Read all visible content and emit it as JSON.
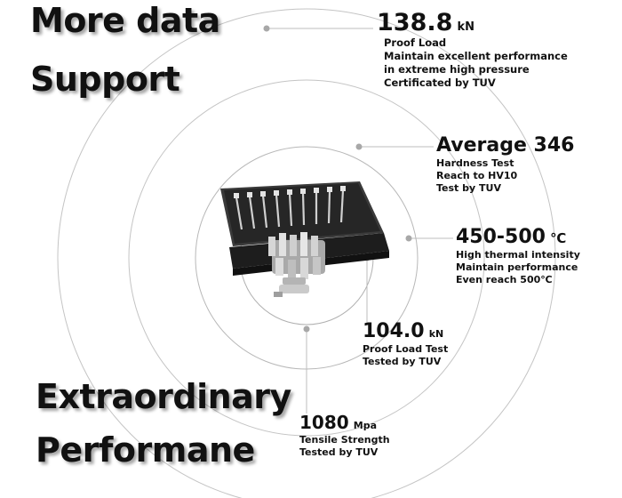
{
  "headings": {
    "top_line1": "More data",
    "top_line2": "Support",
    "bottom_line1": "Extraordinary",
    "bottom_line2": "Performane"
  },
  "stats": [
    {
      "value": "138.8",
      "unit": "kN",
      "lines": [
        "Proof Load",
        "Maintain excellent performance",
        "in extreme high pressure",
        "Certificated by TUV"
      ]
    },
    {
      "value": "Average 346",
      "unit": "",
      "lines": [
        "Hardness Test",
        "Reach to HV10",
        "Test by TUV"
      ]
    },
    {
      "value": "450-500",
      "unit": "℃",
      "lines": [
        "High thermal intensity",
        "Maintain performance",
        "Even reach 500℃"
      ]
    },
    {
      "value": "104.0",
      "unit": "kN",
      "lines": [
        "Proof Load Test",
        "Tested by TUV"
      ]
    },
    {
      "value": "1080",
      "unit": "Mpa",
      "lines": [
        "Tensile Strength",
        "Tested by TUV"
      ]
    }
  ],
  "colors": {
    "circle": "#bdbdbd",
    "case": "#2b2b2b",
    "bolt": "#c8c8c8",
    "dot": "#9a9a9a"
  },
  "product_image": "lug-bolt-set-in-black-case"
}
